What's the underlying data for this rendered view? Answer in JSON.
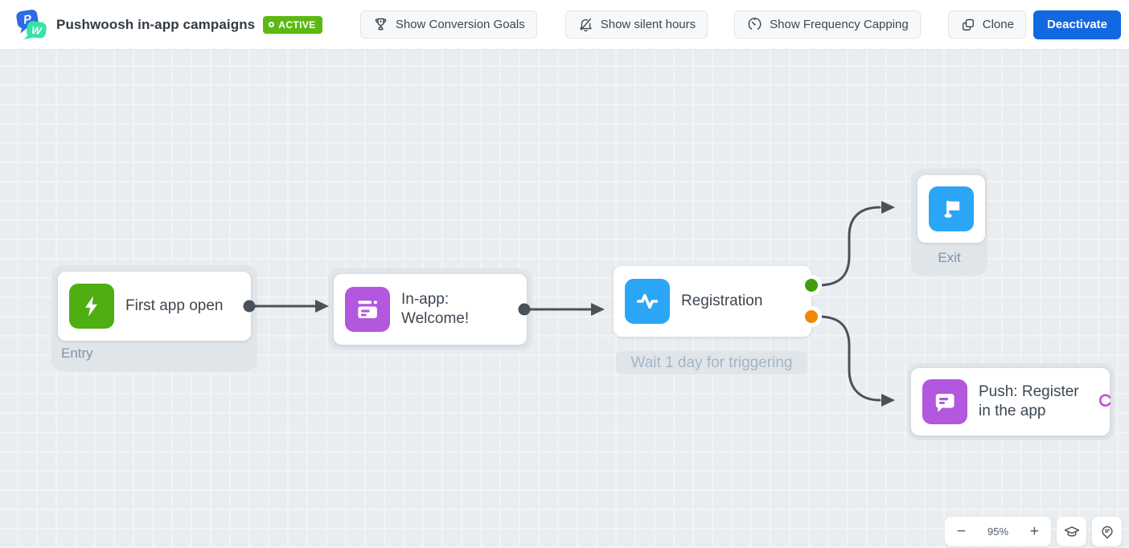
{
  "header": {
    "logo_p": "P",
    "logo_w": "W",
    "title": "Pushwoosh in-app campaigns",
    "badge": "ACTIVE",
    "buttons": {
      "conversion_goals": "Show Conversion Goals",
      "silent_hours": "Show silent hours",
      "frequency_capping": "Show Frequency Capping",
      "clone": "Clone",
      "deactivate": "Deactivate"
    }
  },
  "flow": {
    "entry_node": {
      "title": "First app open",
      "label": "Entry",
      "icon": "lightning-icon",
      "icon_color": "#4faf12"
    },
    "inapp_node": {
      "title": "In-app: Welcome!",
      "icon": "inapp-message-icon",
      "icon_color": "#b257de"
    },
    "registration_node": {
      "title": "Registration",
      "note": "Wait 1 day for triggering",
      "icon": "pulse-icon",
      "icon_color": "#2ba6f7"
    },
    "exit_node": {
      "label": "Exit",
      "icon": "flag-icon",
      "icon_color": "#2ba6f7"
    },
    "push_node": {
      "title": "Push: Register in the app",
      "icon": "chat-bubble-icon",
      "icon_color": "#b257de"
    }
  },
  "controls": {
    "zoom_out": "−",
    "zoom_level": "95%",
    "zoom_in": "+"
  },
  "colors": {
    "primary_blue": "#1268e0",
    "badge_green": "#5cb913",
    "connector_gray": "#4a5158",
    "branch_positive": "#3f9e0a",
    "branch_negative": "#f08705",
    "canvas_bg": "#e9edf0"
  }
}
